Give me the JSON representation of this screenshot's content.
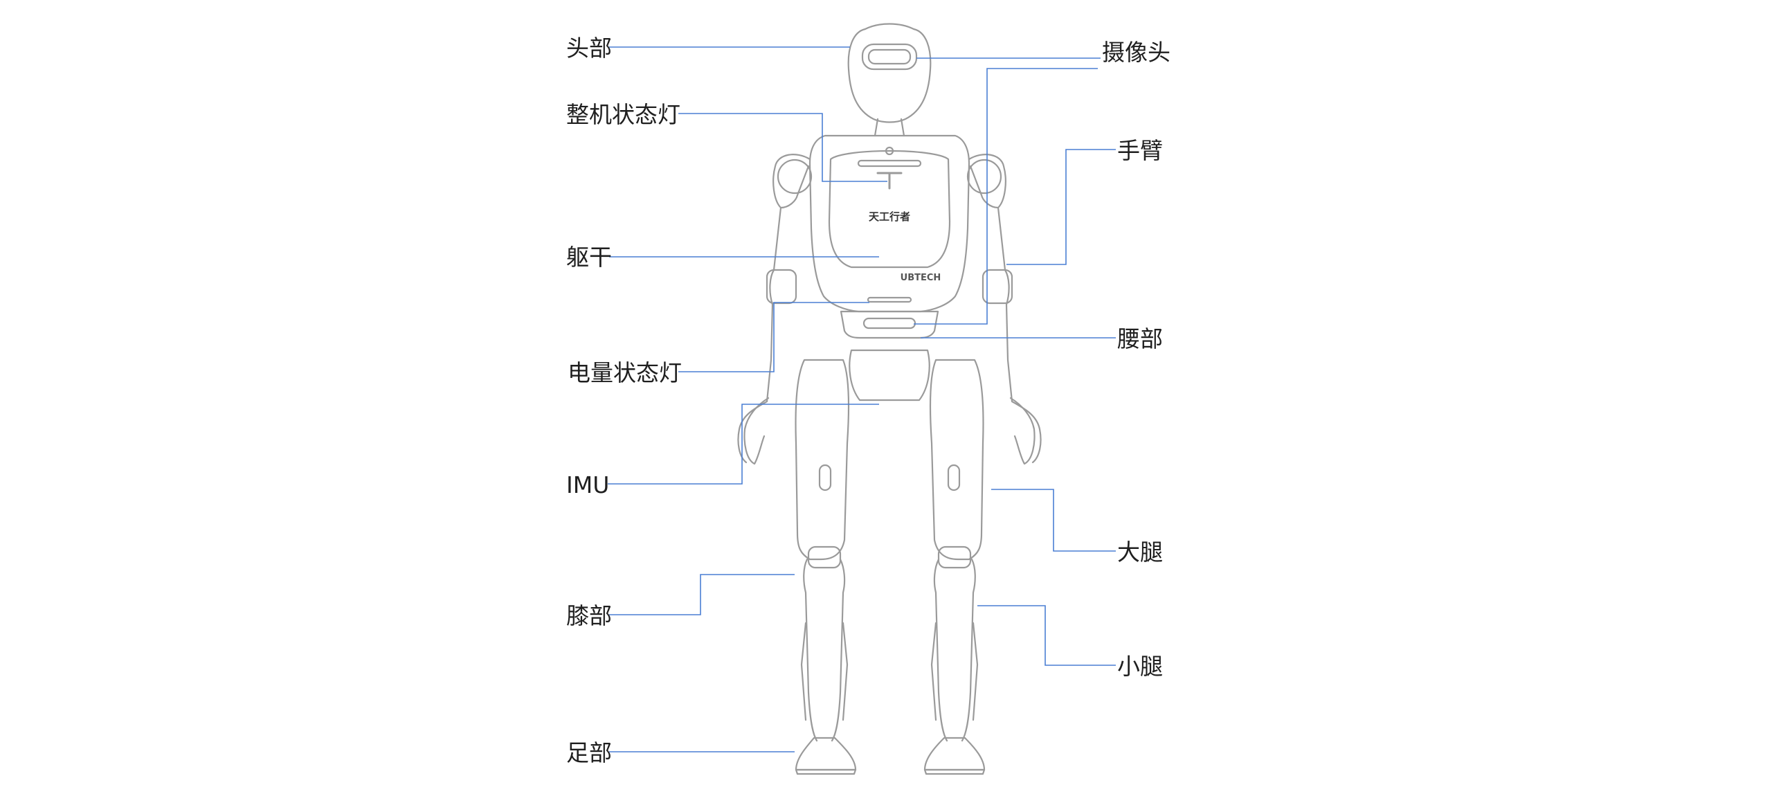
{
  "robot": {
    "chest_brand": "天工行者",
    "maker_logo": "UBTECH"
  },
  "callouts": {
    "head": "头部",
    "status_light": "整机状态灯",
    "torso": "躯干",
    "battery_light": "电量状态灯",
    "imu": "IMU",
    "knee": "膝部",
    "foot": "足部",
    "camera": "摄像头",
    "arm": "手臂",
    "waist": "腰部",
    "thigh": "大腿",
    "shank": "小腿"
  },
  "colors": {
    "leader_line": "#4a7fd4",
    "robot_outline": "#9a9a9a",
    "text": "#1f1f1f"
  }
}
